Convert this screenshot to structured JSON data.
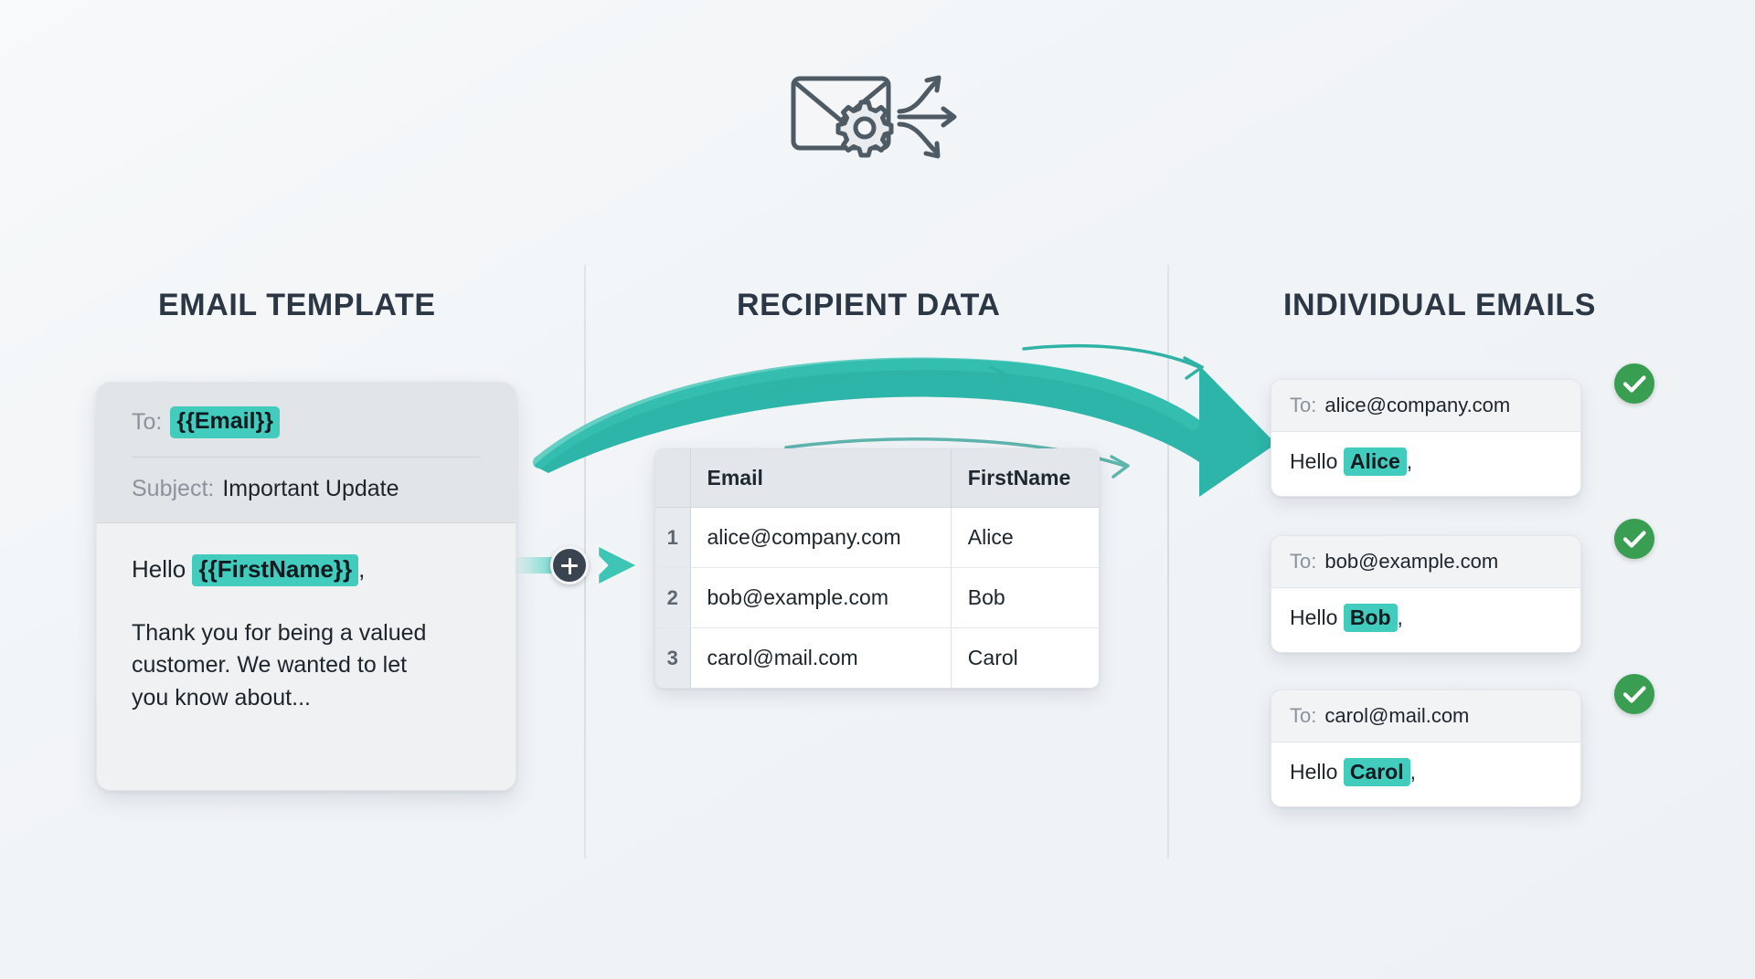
{
  "page": {
    "background_color": "#f1f4f7",
    "accent_teal": "#42ccbd",
    "accent_green": "#3a9e52",
    "heading_color": "#2b3744"
  },
  "header_icon": {
    "name": "envelope-gear-arrows-icon",
    "description": "envelope with gear and three diverging arrows"
  },
  "columns": {
    "template_title": "EMAIL TEMPLATE",
    "recipient_title": "RECIPIENT DATA",
    "emails_title": "INDIVIDUAL EMAILS"
  },
  "template_card": {
    "to_label": "To:",
    "to_token": "{{Email}}",
    "subject_label": "Subject:",
    "subject_value": "Important Update",
    "greeting_prefix": "Hello",
    "greeting_token": "{{FirstName}}",
    "greeting_suffix": ",",
    "body_text": "Thank you for being a valued customer. We wanted to let you know about..."
  },
  "connector": {
    "plus_label": "+",
    "arrow_name": "merge-arrow-icon"
  },
  "recipient_table": {
    "columns": [
      "Email",
      "FirstName"
    ],
    "rows": [
      {
        "index": "1",
        "email": "alice@company.com",
        "firstname": "Alice"
      },
      {
        "index": "2",
        "email": "bob@example.com",
        "firstname": "Bob"
      },
      {
        "index": "3",
        "email": "carol@mail.com",
        "firstname": "Carol"
      }
    ]
  },
  "individual_emails": [
    {
      "to_label": "To:",
      "to_value": "alice@company.com",
      "greeting_prefix": "Hello",
      "name": "Alice",
      "greeting_suffix": ",",
      "status": "sent"
    },
    {
      "to_label": "To:",
      "to_value": "bob@example.com",
      "greeting_prefix": "Hello",
      "name": "Bob",
      "greeting_suffix": ",",
      "status": "sent"
    },
    {
      "to_label": "To:",
      "to_value": "carol@mail.com",
      "greeting_prefix": "Hello",
      "name": "Carol",
      "greeting_suffix": ",",
      "status": "sent"
    }
  ]
}
